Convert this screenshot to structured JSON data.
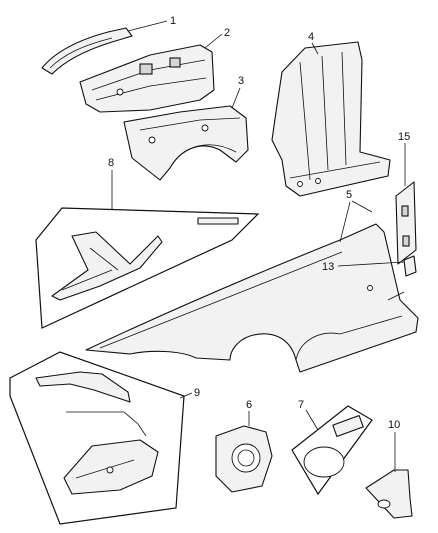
{
  "callouts": {
    "c1": "1",
    "c2": "2",
    "c3": "3",
    "c4": "4",
    "c5": "5",
    "c6": "6",
    "c7": "7",
    "c8": "8",
    "c9": "9",
    "c10": "10",
    "c13": "13",
    "c15": "15"
  },
  "colors": {
    "line": "#111111",
    "fill": "#f2f2f2",
    "background": "#ffffff"
  }
}
